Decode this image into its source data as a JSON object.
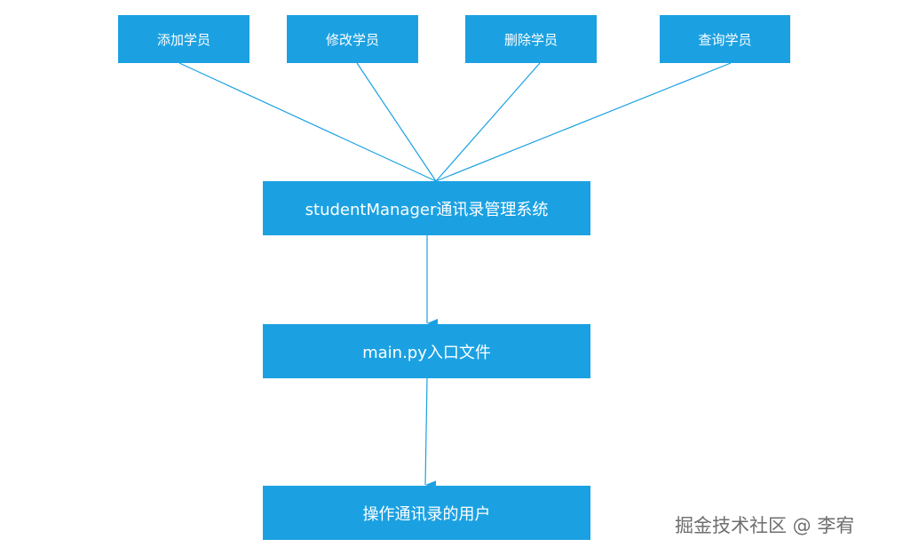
{
  "line_color": "#1ba1e2",
  "box_color": "#1ba1e2",
  "text_color": "#ffffff",
  "nodes": {
    "add": "添加学员",
    "modify": "修改学员",
    "delete": "删除学员",
    "query": "查询学员",
    "system": "studentManager通讯录管理系统",
    "entry": "main.py入口文件",
    "user": "操作通讯录的用户"
  },
  "edges": [
    {
      "from": "add",
      "to": "system",
      "arrow": false
    },
    {
      "from": "modify",
      "to": "system",
      "arrow": false
    },
    {
      "from": "delete",
      "to": "system",
      "arrow": false
    },
    {
      "from": "query",
      "to": "system",
      "arrow": false
    },
    {
      "from": "system",
      "to": "entry",
      "arrow": true
    },
    {
      "from": "entry",
      "to": "user",
      "arrow": true
    }
  ],
  "watermark": "掘金技术社区 @ 李宥"
}
